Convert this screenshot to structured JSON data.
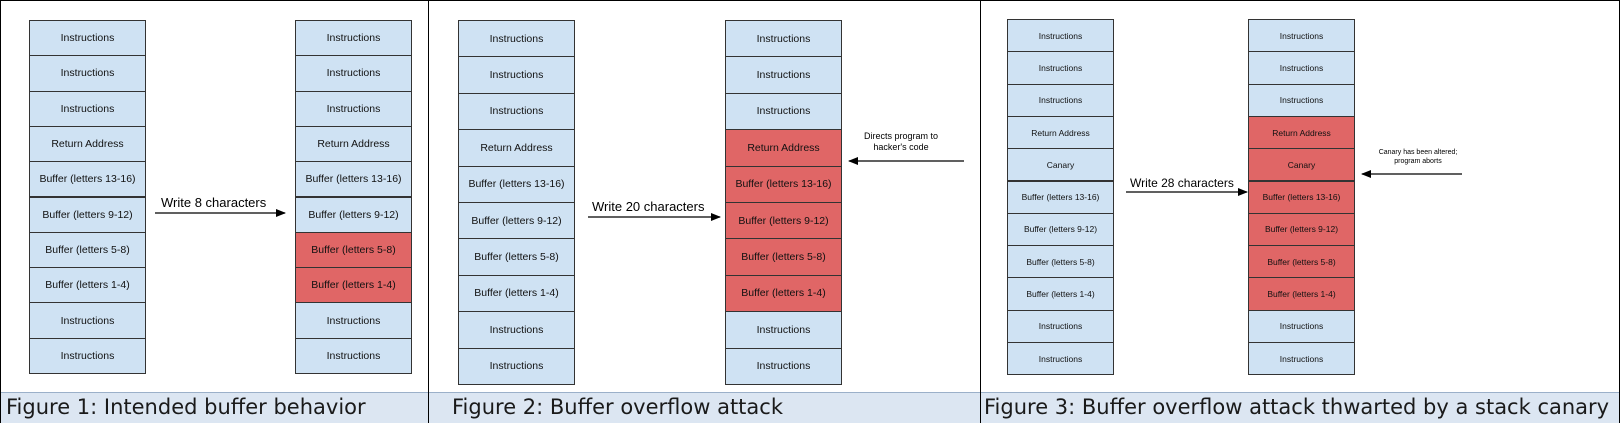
{
  "figures": [
    {
      "caption": "Figure 1: Intended buffer behavior",
      "arrow_label": "Write 8 characters",
      "left_stack": [
        "Instructions",
        "Instructions",
        "Instructions",
        "Return Address",
        "Buffer (letters 13-16)",
        "Buffer (letters 9-12)",
        "Buffer (letters 5-8)",
        "Buffer (letters 1-4)",
        "Instructions",
        "Instructions"
      ],
      "right_stack": [
        "Instructions",
        "Instructions",
        "Instructions",
        "Return Address",
        "Buffer (letters 13-16)",
        "Buffer (letters 9-12)",
        "Buffer (letters 5-8)",
        "Buffer (letters 1-4)",
        "Instructions",
        "Instructions"
      ],
      "right_highlight": [
        6,
        7
      ]
    },
    {
      "caption": "Figure 2: Buffer overflow attack",
      "arrow_label": "Write 20 characters",
      "note": "Directs program to hacker's code",
      "left_stack": [
        "Instructions",
        "Instructions",
        "Instructions",
        "Return Address",
        "Buffer (letters 13-16)",
        "Buffer (letters 9-12)",
        "Buffer (letters 5-8)",
        "Buffer (letters 1-4)",
        "Instructions",
        "Instructions"
      ],
      "right_stack": [
        "Instructions",
        "Instructions",
        "Instructions",
        "Return Address",
        "Buffer (letters 13-16)",
        "Buffer (letters 9-12)",
        "Buffer (letters 5-8)",
        "Buffer (letters 1-4)",
        "Instructions",
        "Instructions"
      ],
      "right_highlight": [
        3,
        4,
        5,
        6,
        7
      ]
    },
    {
      "caption": "Figure 3: Buffer overflow attack thwarted by a stack canary",
      "arrow_label": "Write 28 characters",
      "note": "Canary has been altered; program aborts",
      "left_stack": [
        "Instructions",
        "Instructions",
        "Instructions",
        "Return Address",
        "Canary",
        "Buffer (letters 13-16)",
        "Buffer (letters 9-12)",
        "Buffer (letters 5-8)",
        "Buffer (letters 1-4)",
        "Instructions",
        "Instructions"
      ],
      "right_stack": [
        "Instructions",
        "Instructions",
        "Instructions",
        "Return Address",
        "Canary",
        "Buffer (letters 13-16)",
        "Buffer (letters 9-12)",
        "Buffer (letters 5-8)",
        "Buffer (letters 1-4)",
        "Instructions",
        "Instructions"
      ],
      "right_highlight": [
        3,
        4,
        5,
        6,
        7,
        8
      ]
    }
  ],
  "colors": {
    "cell_default": "#cfe2f3",
    "cell_overwritten": "#e06666",
    "caption_bar": "#dce6f2"
  }
}
